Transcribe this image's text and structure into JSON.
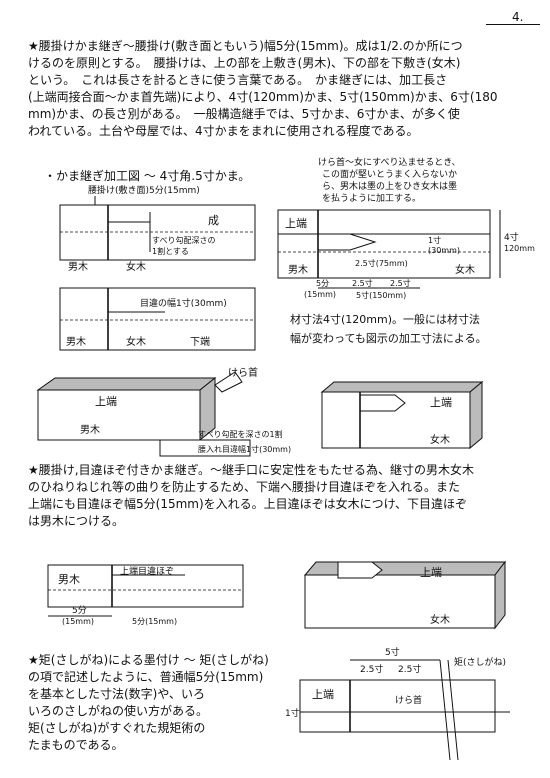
{
  "page_number": "4.",
  "para1": [
    "★腰掛けかま継ぎ～腰掛け(敷き面ともいう)幅5分(15mm)。成は1/2.のか所につ",
    "けるのを原則とする。　腰掛けは、上の部を上敷き(男木)、下の部を下敷き(女木)",
    "という。　これは長さを計るときに使う言葉である。　かま継ぎには、加工長さ",
    "(上端両接合面～かま首先端)により、4寸(120mm)かま、5寸(150mm)かま、6寸(180",
    "mm)かま、の長さ別がある。　一般構造継手では、5寸かま、6寸かま、が多く使",
    "われている。土台や母屋では、4寸かまをまれに使用される程度である。"
  ],
  "bullet1": "・かま継ぎ加工図 ～ 4寸角.5寸かま。",
  "fig1": {
    "koshikake": "腰掛け(敷き面)5分(15mm)",
    "sei": "成",
    "koubai": [
      "すべり勾配深さの",
      "1割とする"
    ],
    "oki": "男木",
    "meki": "女木",
    "mechigai": "目違の幅1寸(30mm)",
    "oki2": "男木",
    "meki2": "女木",
    "shitaba": "下端"
  },
  "fig2": {
    "note": [
      "けら首～女にすべり込ませるとき、",
      "この面が堅いとうまく入らないか",
      "ら、男木は墨の上をひき女木は墨",
      "を払うように加工する。"
    ],
    "uwaba": "上端",
    "dim_4sun": "4寸",
    "dim_120": "120mm",
    "dim_1sun": "1寸",
    "dim_30": "(30mm)",
    "dim_25": "2.5寸(75mm)",
    "oki": "男木",
    "meki": "女木",
    "b5bu": "5分",
    "b15": "(15mm)",
    "b25a": "2.5寸",
    "b25b": "2.5寸",
    "b5sun": "5寸(150mm)"
  },
  "note_lumber": [
    "材寸法4寸(120mm)。一般には材寸法",
    "幅が変わっても図示の加工寸法による。"
  ],
  "fig3": {
    "kerakubi": "けら首",
    "uwaba": "上端",
    "oki": "男木",
    "koubai": "すべり勾配を深さの1割",
    "kosi": "腰入れ目違幅1寸(30mm)"
  },
  "fig4": {
    "uwaba": "上端",
    "meki": "女木"
  },
  "para2": [
    "★腰掛け,目違ほぞ付きかま継ぎ。～継手口に安定性をもたせる為、継寸の男木女木",
    "のひねりねじれ等の曲りを防止するため、下端へ腰掛け目違ほぞを入れる。また",
    "上端にも目違ほぞ幅5分(15mm)を入れる。上目違ほぞは女木につけ、下目違ほぞ",
    "は男木につける。"
  ],
  "fig5": {
    "oki": "男木",
    "label": "上端目違ほぞ",
    "b5bu": "5分",
    "b15": "(15mm)",
    "b5bu15": "5分(15mm)"
  },
  "fig6": {
    "uwaba": "上端",
    "meki": "女木"
  },
  "para3": [
    "★矩(さしがね)による墨付け ～ 矩(さしがね)",
    "の項で記述したように、普通幅5分(15mm)",
    "を基本とした寸法(数字)や、いろ",
    "いろのさしがねの使い方がある。",
    "矩(さしがね)がすぐれた規矩術の",
    "たまものである。"
  ],
  "fig7": {
    "d5sun": "5寸",
    "d25a": "2.5寸",
    "d25b": "2.5寸",
    "sashigane": "矩(さしがね)",
    "uwaba": "上端",
    "kerakubi": "けら首",
    "ichisun": "1寸"
  }
}
